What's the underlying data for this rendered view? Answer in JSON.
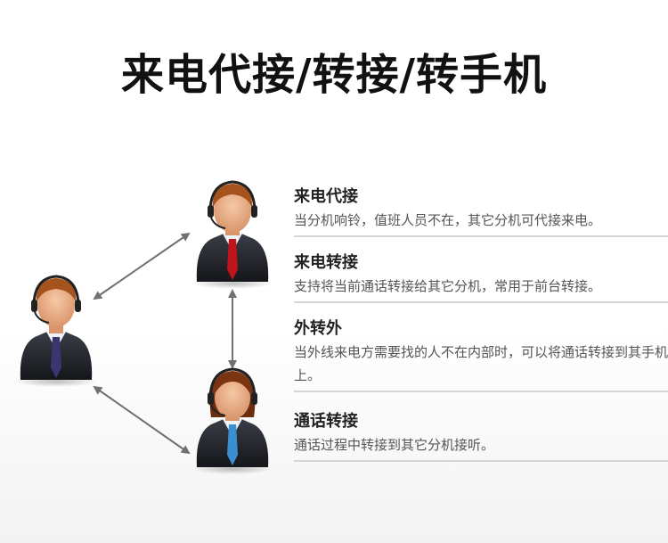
{
  "title": "来电代接/转接/转手机",
  "items": [
    {
      "title": "来电代接",
      "desc": "当分机响铃，值班人员不在，其它分机可代接来电。"
    },
    {
      "title": "来电转接",
      "desc": "支持将当前通话转接给其它分机，常用于前台转接。"
    },
    {
      "title": "外转外",
      "desc": "当外线来电方需要找的人不在内部时，可以将通话转接到其手机上。"
    },
    {
      "title": "通话转接",
      "desc": "通话过程中转接到其它分机接听。"
    }
  ],
  "colors": {
    "arrow": "#707070",
    "suit": "#2a2c33",
    "tie_red": "#c0141b",
    "tie_purple": "#3d3570",
    "tie_blue": "#3a8fd0"
  }
}
